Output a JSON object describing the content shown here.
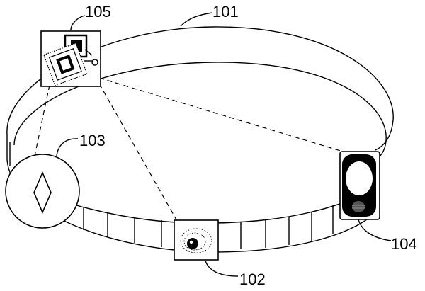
{
  "figure": {
    "labels": {
      "belt": "101",
      "camera_module": "102",
      "compass_module": "103",
      "speaker_module": "104",
      "chip_module": "105"
    }
  }
}
